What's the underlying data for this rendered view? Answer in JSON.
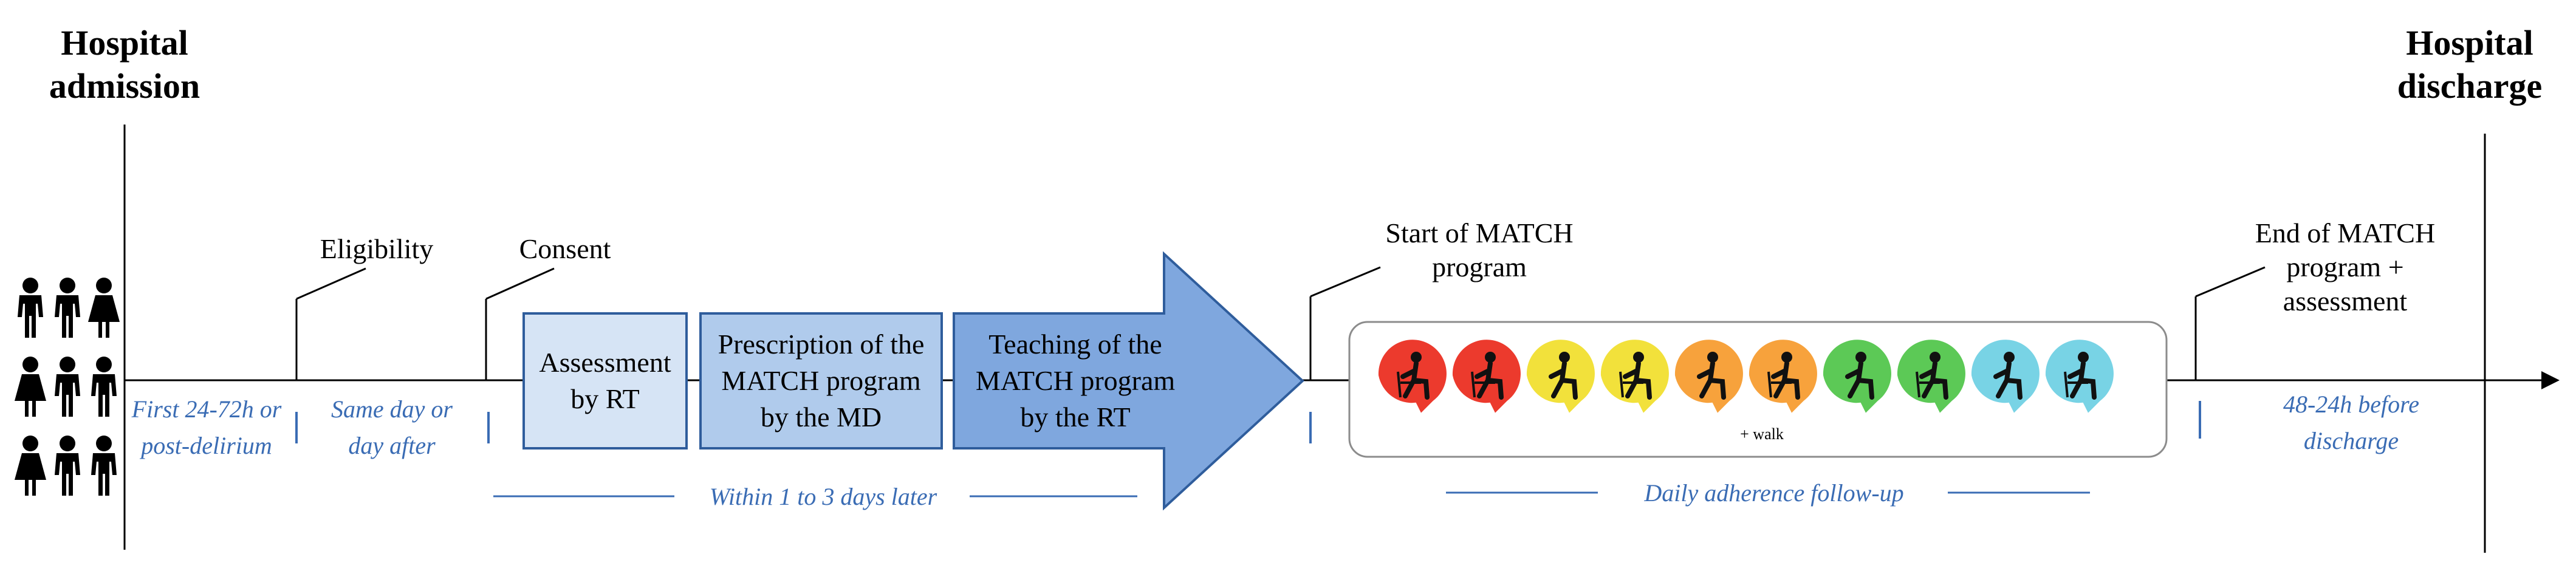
{
  "headers": {
    "admission": "Hospital\nadmission",
    "discharge": "Hospital\ndischarge"
  },
  "milestones": {
    "eligibility": "Eligibility",
    "consent": "Consent",
    "start": "Start of MATCH\nprogram",
    "end": "End of MATCH\nprogram +\nassessment"
  },
  "timing_notes": {
    "first": "First 24-72h or\npost-delirium",
    "same_day": "Same day or\nday after",
    "within": "Within 1 to 3 days later",
    "daily": "Daily adherence follow-up",
    "before_discharge": "48-24h before\ndischarge"
  },
  "steps": [
    {
      "label": "Assessment\nby RT",
      "fill": "#d6e4f5"
    },
    {
      "label": "Prescription of the\nMATCH program\nby the MD",
      "fill": "#b0cbec"
    },
    {
      "label": "Teaching of the\nMATCH program\nby the RT",
      "fill": "#7fa7de"
    }
  ],
  "exercise_panel": {
    "footer": "+ walk",
    "exercises": [
      {
        "name": "hand-exercise-icon",
        "color": "#ec3a2d"
      },
      {
        "name": "seated-leg-exercise-icon",
        "color": "#ec3a2d"
      },
      {
        "name": "seated-arm-exercise-icon",
        "color": "#f2e13b"
      },
      {
        "name": "seated-stretch-icon",
        "color": "#f2e13b"
      },
      {
        "name": "chair-stand-icon",
        "color": "#f7a23c"
      },
      {
        "name": "sit-to-stand-icon",
        "color": "#f7a23c"
      },
      {
        "name": "standing-group-icon",
        "color": "#5cc956"
      },
      {
        "name": "standing-balance-icon",
        "color": "#5cc956"
      },
      {
        "name": "wall-support-icon",
        "color": "#78d3e5"
      },
      {
        "name": "step-exercise-icon",
        "color": "#78d3e5"
      }
    ]
  },
  "colors": {
    "accent_blue": "#3a6cb4",
    "box_border": "#2f5d9c",
    "line": "#000000"
  }
}
